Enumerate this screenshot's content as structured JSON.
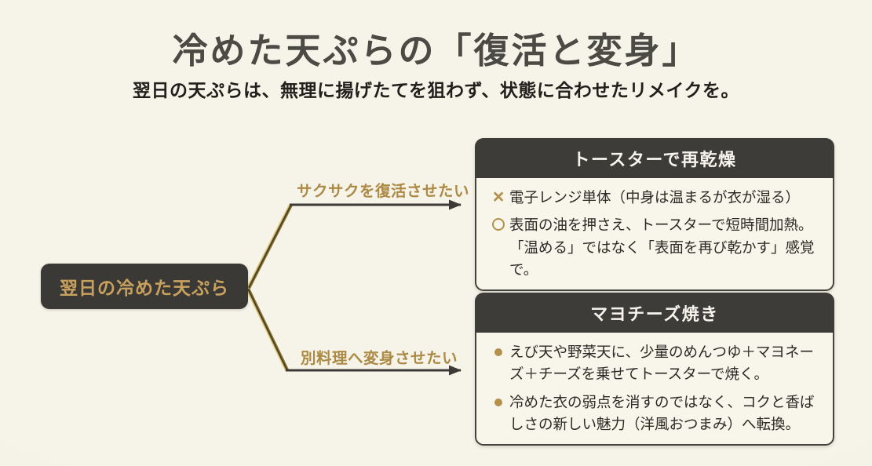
{
  "page": {
    "title": "冷めた天ぷらの「復活と変身」",
    "subtitle": "翌日の天ぷらは、無理に揚げたてを狙わず、状態に合わせたリメイクを。"
  },
  "root_node": {
    "label": "翌日の冷めた天ぷら"
  },
  "branches": [
    {
      "label": "サクサクを復活させたい",
      "card": {
        "title": "トースターで再乾燥",
        "items": [
          {
            "marker": "cross",
            "glyph": "×",
            "text": "電子レンジ単体（中身は温まるが衣が湿る）"
          },
          {
            "marker": "circle",
            "text": "表面の油を押さえ、トースターで短時間加熱。「温める」ではなく「表面を再び乾かす」感覚で。"
          }
        ]
      }
    },
    {
      "label": "別料理へ変身させたい",
      "card": {
        "title": "マヨチーズ焼き",
        "items": [
          {
            "marker": "bullet",
            "text": "えび天や野菜天に、少量のめんつゆ＋マヨネーズ＋チーズを乗せてトースターで焼く。"
          },
          {
            "marker": "bullet",
            "text": "冷めた衣の弱点を消すのではなく、コクと香ばしさの新しい魅力（洋風おつまみ）へ転換。"
          }
        ]
      }
    }
  ],
  "colors": {
    "background": "#f4f2e7",
    "node_background": "#3b3936",
    "header_background": "#3e3c38",
    "card_body_background": "#f8f6ea",
    "accent_gold": "#b2914d",
    "gold_text": "#c9a15f",
    "line_dark": "#3b3a36",
    "title_text": "#4b4a44",
    "body_text": "#2b2a26"
  }
}
